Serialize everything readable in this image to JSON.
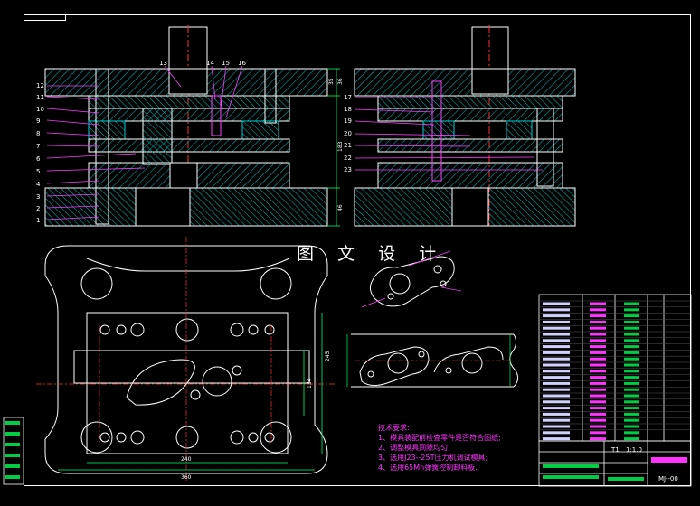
{
  "watermark": "图 文 设 计",
  "left_callouts": [
    "12",
    "11",
    "10",
    "9",
    "8",
    "7",
    "6",
    "5",
    "4",
    "3",
    "2",
    "1"
  ],
  "top_callouts": [
    "13",
    "14",
    "15",
    "16"
  ],
  "right_view_callouts": [
    "17",
    "18",
    "19",
    "20",
    "21",
    "22",
    "23"
  ],
  "dim_labels": {
    "left_height": "183",
    "left_top": "36",
    "left_bottom": "46",
    "right_top": "35",
    "plan_width_inner": "240",
    "plan_width_outer": "360",
    "plan_height": "245",
    "plan_height_inner": "134"
  },
  "tech_notes": {
    "title": "技术要求:",
    "items": [
      "1、模具装配前检查零件是否符合图纸;",
      "2、调整模具间隙均匀;",
      "3、选用J23--25T压力机调试模具;",
      "4、选用65Mn弹簧控制卸料板."
    ]
  },
  "title_block": {
    "scale_label": "T1",
    "scale": "1:1.0",
    "drawing_no": "MJ--00"
  }
}
